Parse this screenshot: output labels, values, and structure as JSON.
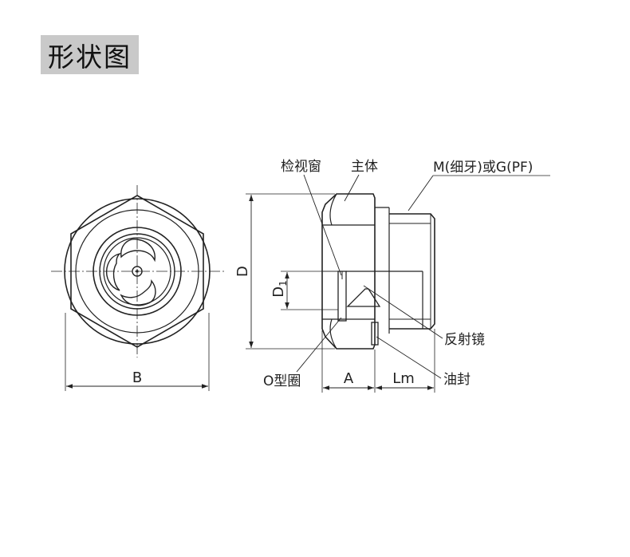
{
  "title": "形状图",
  "labels": {
    "window": "检视窗",
    "body": "主体",
    "thread": "M(细牙)或G(PF)",
    "reflector": "反射镜",
    "seal": "油封",
    "oring": "O型圈"
  },
  "dimensions": {
    "B": "B",
    "D": "D",
    "D1_main": "D",
    "D1_sub": "1",
    "A": "A",
    "Lm": "Lm"
  },
  "colors": {
    "line": "#222222",
    "title_bg": "#c9c9c9",
    "background": "#ffffff"
  }
}
